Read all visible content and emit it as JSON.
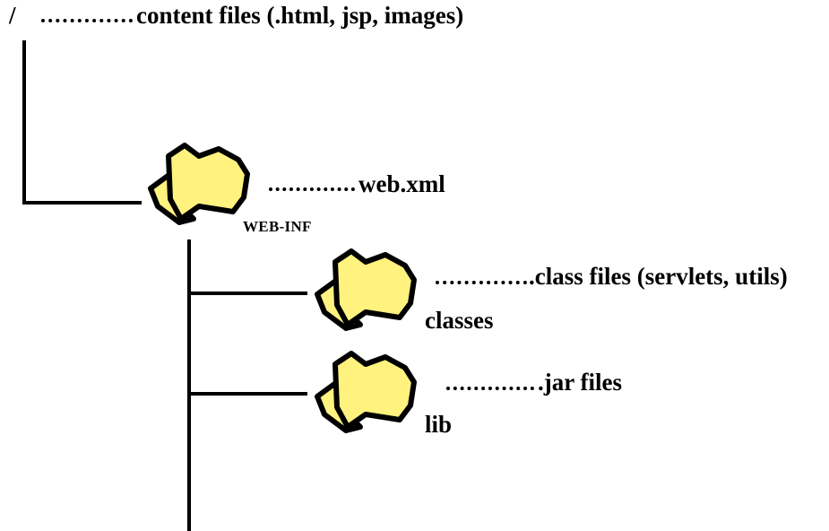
{
  "diagram": {
    "root": "/",
    "root_note": "content files (.html, jsp, images)",
    "nodes": [
      {
        "name": "WEB-INF",
        "note": "web.xml",
        "icon": "folder-icon"
      },
      {
        "name": "classes",
        "note": ".class files (servlets, utils)",
        "icon": "folder-icon"
      },
      {
        "name": "lib",
        "note": ".jar files",
        "icon": "folder-icon"
      }
    ]
  },
  "colors": {
    "folder_fill": "#fff27f",
    "line": "#000000",
    "background": "#ffffff"
  }
}
